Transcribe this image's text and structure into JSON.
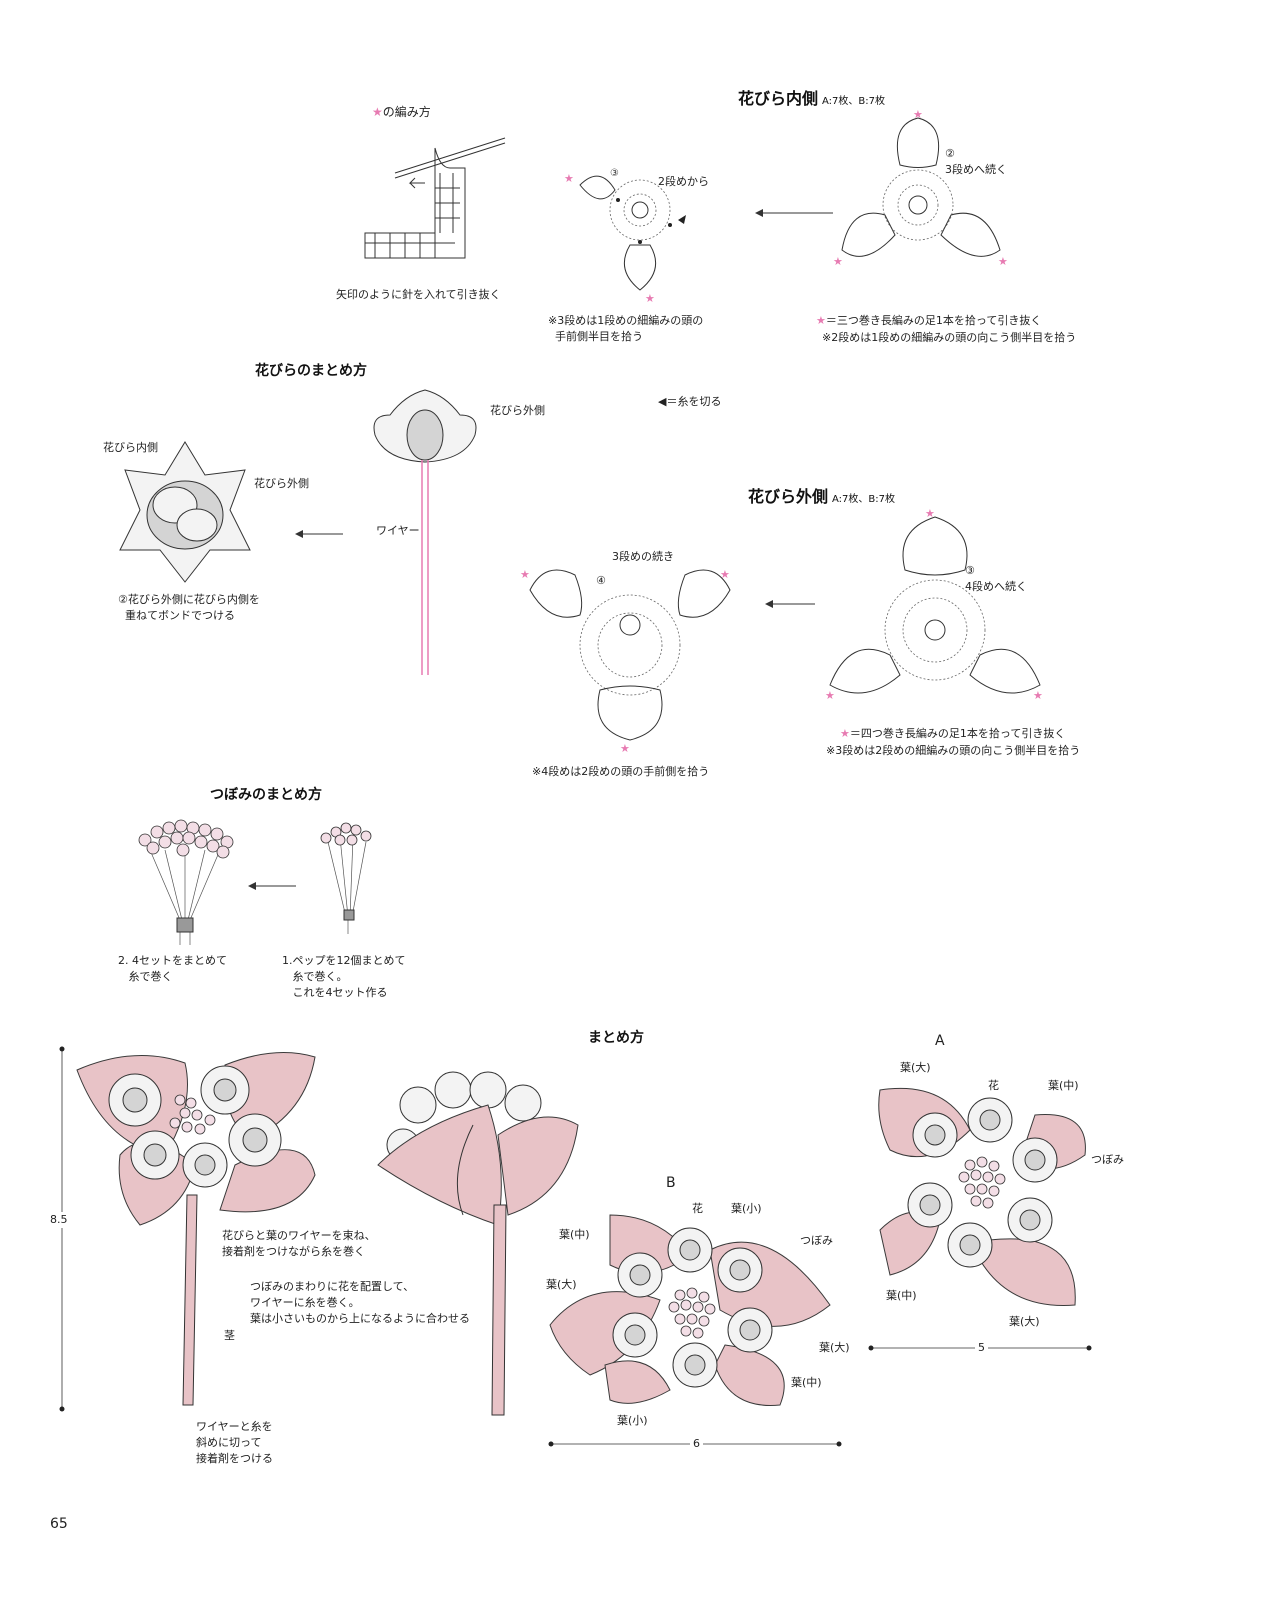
{
  "top": {
    "method_title": "の編み方",
    "method_caption": "矢印のように針を入れて引き抜く",
    "inner_title": "花びら内側",
    "inner_counts": "A:7枚、B:7枚",
    "inner_row3_label": "2段めから",
    "inner_note": "※3段めは1段めの細編みの頭の\n  手前側半目を拾う",
    "inner_row2_label": "②\n3段めへ続く",
    "inner_legend": "＝三つ巻き長編みの足1本を拾って引き抜く",
    "inner_legend_note": "※2段めは1段めの細編みの頭の向こう側半目を拾う"
  },
  "assembly": {
    "title": "花びらのまとめ方",
    "outer_label": "花びら外側",
    "wire_label": "ワイヤー",
    "inner_label": "花びら内側",
    "outer_label2": "花びら外側",
    "caption": "②花びら外側に花びら内側を\n  重ねてボンドでつける",
    "cut_legend": "＝糸を切る"
  },
  "outer": {
    "title": "花びら外側",
    "counts": "A:7枚、B:7枚",
    "row3_cont": "3段めの続き",
    "row4_label": "④",
    "note": "※4段めは2段めの頭の手前側を拾う",
    "row3_label": "③\n4段めへ続く",
    "legend": "＝四つ巻き長編みの足1本を拾って引き抜く",
    "legend_note": "※3段めは2段めの細編みの頭の向こう側半目を拾う"
  },
  "bud": {
    "title": "つぼみのまとめ方",
    "step2": "2. 4セットをまとめて\n   糸で巻く",
    "step1": "1.ペップを12個まとめて\n   糸で巻く。\n   これを4セット作る"
  },
  "final": {
    "title": "まとめ方",
    "dim_height": "8.5",
    "note_wire": "花びらと葉のワイヤーを束ね、\n接着剤をつけながら糸を巻く",
    "note_arrange": "つぼみのまわりに花を配置して、\nワイヤーに糸を巻く。\n葉は小さいものから上になるように合わせる",
    "stem_label": "茎",
    "note_cut": "ワイヤーと糸を\n斜めに切って\n接着剤をつける",
    "b_title": "B",
    "b_labels": {
      "flower": "花",
      "leaf_s": "葉(小)",
      "leaf_m": "葉(中)",
      "bud": "つぼみ",
      "leaf_l": "葉(大)",
      "leaf_l2": "葉(大)",
      "leaf_m2": "葉(中)",
      "leaf_s2": "葉(小)"
    },
    "b_dim": "6",
    "a_title": "A",
    "a_labels": {
      "leaf_l": "葉(大)",
      "flower": "花",
      "leaf_m": "葉(中)",
      "bud": "つぼみ",
      "leaf_m2": "葉(中)",
      "leaf_l2": "葉(大)"
    },
    "a_dim": "5"
  },
  "page_number": "65",
  "colors": {
    "star": "#e77bb2",
    "leaf": "#e8c3c7",
    "wire": "#e77bb2"
  }
}
